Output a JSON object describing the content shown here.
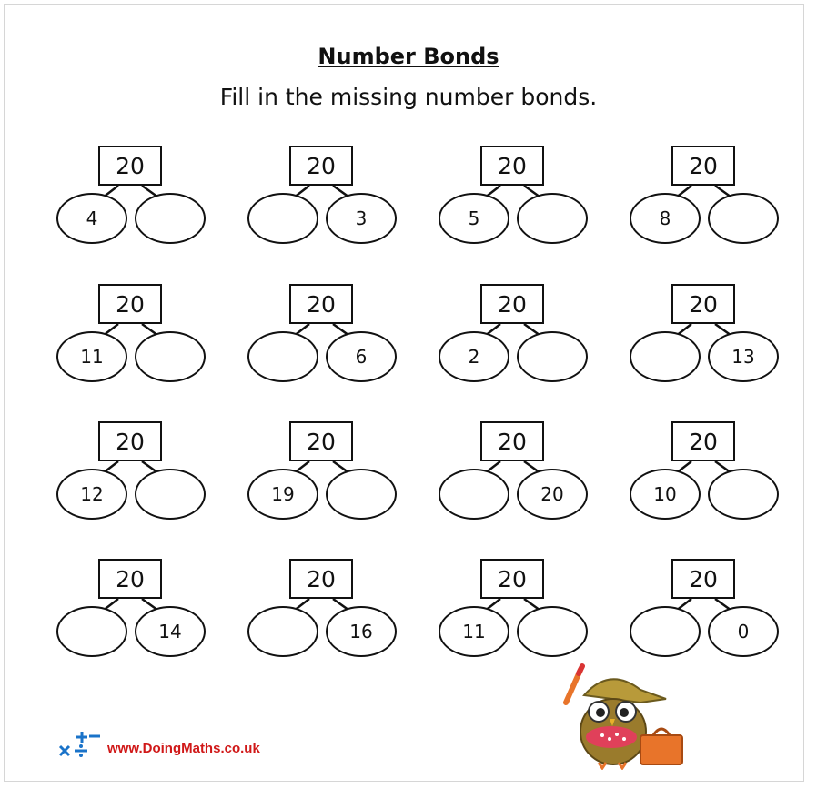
{
  "worksheet": {
    "title": "Number Bonds",
    "instruction": "Fill in the missing number bonds."
  },
  "bonds": [
    {
      "whole": "20",
      "left": "4",
      "right": ""
    },
    {
      "whole": "20",
      "left": "",
      "right": "3"
    },
    {
      "whole": "20",
      "left": "5",
      "right": ""
    },
    {
      "whole": "20",
      "left": "8",
      "right": ""
    },
    {
      "whole": "20",
      "left": "11",
      "right": ""
    },
    {
      "whole": "20",
      "left": "",
      "right": "6"
    },
    {
      "whole": "20",
      "left": "2",
      "right": ""
    },
    {
      "whole": "20",
      "left": "",
      "right": "13"
    },
    {
      "whole": "20",
      "left": "12",
      "right": ""
    },
    {
      "whole": "20",
      "left": "19",
      "right": ""
    },
    {
      "whole": "20",
      "left": "",
      "right": "20"
    },
    {
      "whole": "20",
      "left": "10",
      "right": ""
    },
    {
      "whole": "20",
      "left": "",
      "right": "14"
    },
    {
      "whole": "20",
      "left": "",
      "right": "16"
    },
    {
      "whole": "20",
      "left": "11",
      "right": ""
    },
    {
      "whole": "20",
      "left": "",
      "right": "0"
    }
  ],
  "footer": {
    "website": "www.DoingMaths.co.uk",
    "logo_icon": "math-operators-icon",
    "mascot_icon": "owl-mascot-icon",
    "brand_color": "#d01818",
    "logo_blue": "#1a73c9"
  }
}
